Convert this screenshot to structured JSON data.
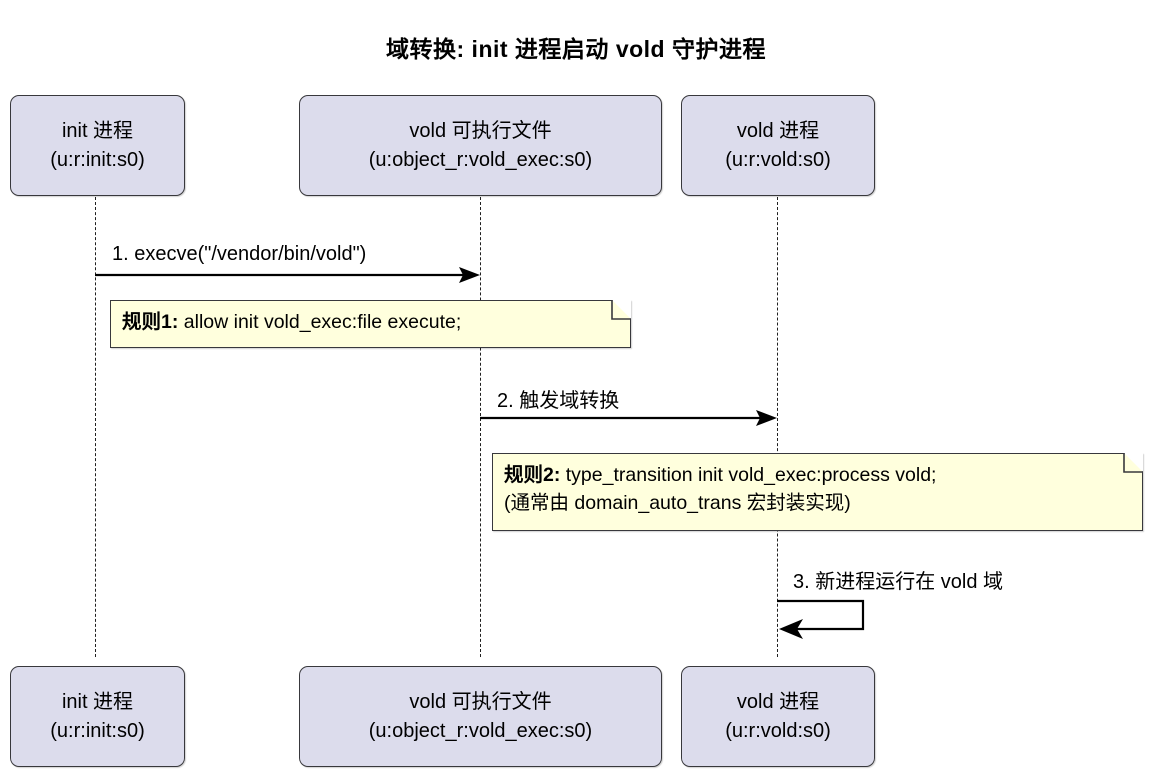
{
  "title": "域转换: init 进程启动 vold 守护进程",
  "colors": {
    "participant_fill": "#dcdcec",
    "participant_border": "#38383c",
    "note_fill": "#ffffdd",
    "note_border": "#38383c",
    "lifeline": "#202020",
    "arrow": "#000000",
    "background": "#ffffff"
  },
  "participants": [
    {
      "name": "init 进程",
      "context": "(u:r:init:s0)"
    },
    {
      "name": "vold 可执行文件",
      "context": "(u:object_r:vold_exec:s0)"
    },
    {
      "name": "vold 进程",
      "context": "(u:r:vold:s0)"
    }
  ],
  "messages": [
    {
      "label": "1. execve(\"/vendor/bin/vold\")",
      "from": "init 进程",
      "to": "vold 可执行文件",
      "kind": "arrow"
    },
    {
      "label": "2. 触发域转换",
      "from": "vold 可执行文件",
      "to": "vold 进程",
      "kind": "arrow"
    },
    {
      "label": "3. 新进程运行在 vold 域",
      "from": "vold 进程",
      "to": "vold 进程",
      "kind": "self-loop"
    }
  ],
  "notes": [
    {
      "prefix": "规则1:",
      "lines": [
        "allow init vold_exec:file execute;"
      ]
    },
    {
      "prefix": "规则2:",
      "lines": [
        "type_transition init vold_exec:process vold;",
        "(通常由 domain_auto_trans 宏封装实现)"
      ]
    }
  ]
}
